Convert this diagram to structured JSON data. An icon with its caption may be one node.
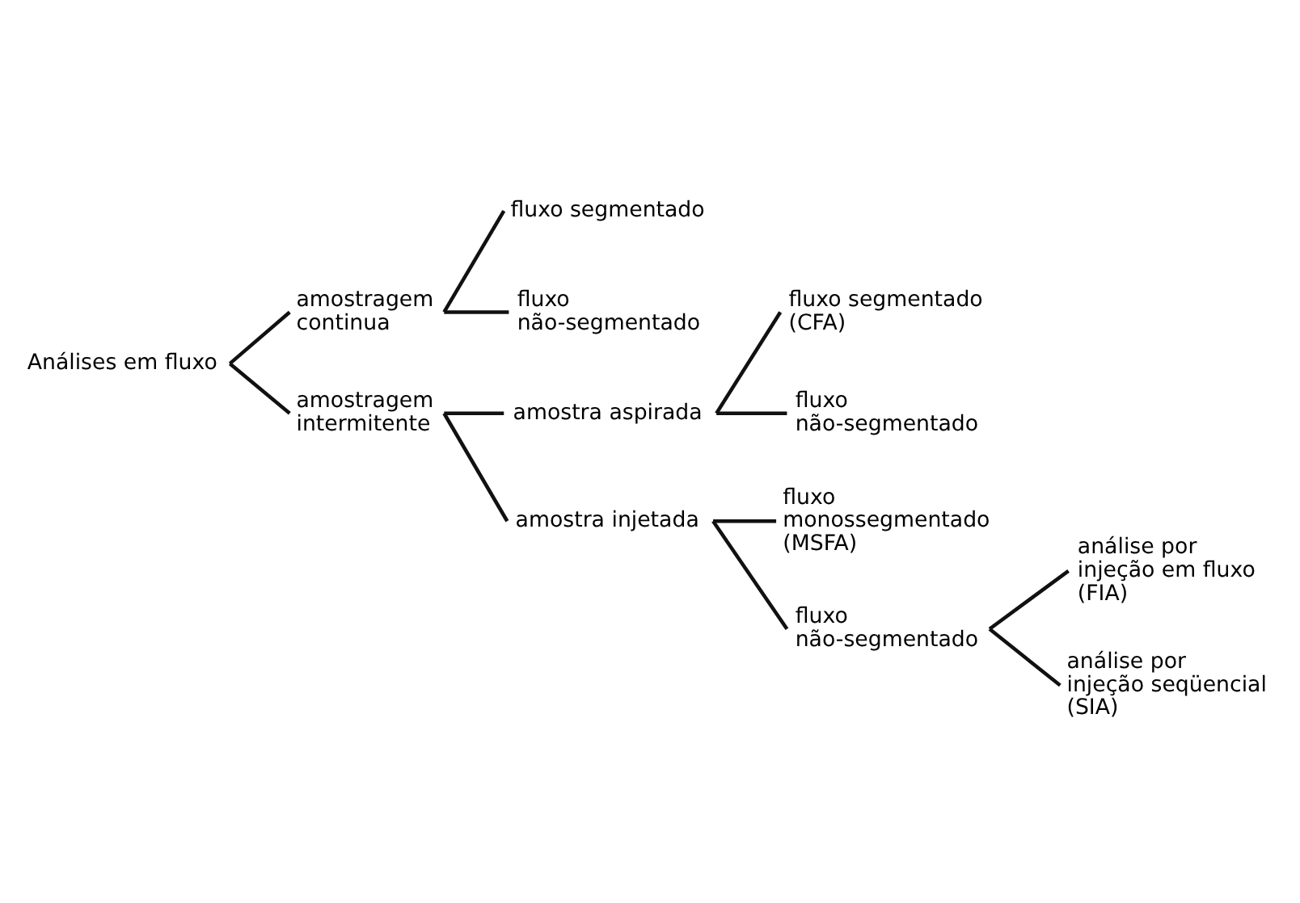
{
  "diagram": {
    "nodes": [
      {
        "text": [
          "Análises em fluxo"
        ]
      },
      {
        "text": [
          "amostragem continua"
        ]
      },
      {
        "text": [
          "fluxo segmentado"
        ]
      },
      {
        "text": [
          "fluxo não-segmentado"
        ]
      },
      {
        "text": [
          "amostragem intermitente"
        ]
      },
      {
        "text": [
          "amostra aspirada"
        ]
      },
      {
        "text": [
          "fluxo segmentado (CFA)"
        ]
      },
      {
        "text": [
          "fluxo não-segmentado"
        ]
      },
      {
        "text": [
          "amostra injetada"
        ]
      },
      {
        "text": [
          "fluxo monossegmentado (MSFA)"
        ]
      },
      {
        "text": [
          "fluxo não-segmentado"
        ]
      },
      {
        "text": [
          "análise por injeção em fluxo (FIA)"
        ]
      },
      {
        "text": [
          "análise por injeção seqüencial (SIA)"
        ]
      }
    ],
    "edges": [
      {
        "from": 0,
        "to": 1,
        "arrow": "none"
      },
      {
        "from": 0,
        "to": 4,
        "arrow": "none"
      },
      {
        "from": 1,
        "to": 2,
        "arrow": "none"
      },
      {
        "from": 1,
        "to": 3,
        "arrow": "none"
      },
      {
        "from": 4,
        "to": 5,
        "arrow": "none"
      },
      {
        "from": 4,
        "to": 8,
        "arrow": "none"
      },
      {
        "from": 5,
        "to": 6,
        "arrow": "none"
      },
      {
        "from": 5,
        "to": 7,
        "arrow": "none"
      },
      {
        "from": 8,
        "to": 9,
        "arrow": "none"
      },
      {
        "from": 8,
        "to": 10,
        "arrow": "none"
      },
      {
        "from": 10,
        "to": 11,
        "arrow": "none"
      },
      {
        "from": 10,
        "to": 12,
        "arrow": "none"
      }
    ]
  }
}
